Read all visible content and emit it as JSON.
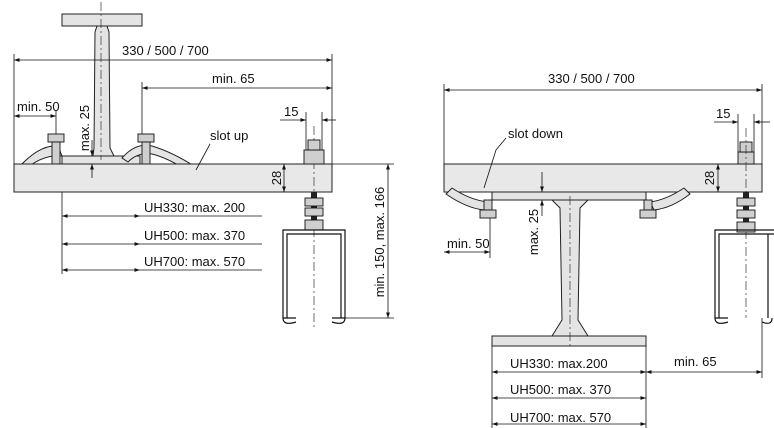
{
  "left_view": {
    "total_width": "330 / 500 / 700",
    "min_65": "min. 65",
    "min_50": "min. 50",
    "max_25": "max. 25",
    "dim_15": "15",
    "slot_label": "slot up",
    "dim_28": "28",
    "height_range": "min. 150, max. 166",
    "uh330": "UH330: max. 200",
    "uh500": "UH500: max. 370",
    "uh700": "UH700: max. 570"
  },
  "right_view": {
    "total_width": "330 / 500 / 700",
    "dim_15": "15",
    "slot_label": "slot down",
    "dim_28": "28",
    "max_25": "max. 25",
    "min_50": "min. 50",
    "uh330": "UH330: max.200",
    "uh500": "UH500: max. 370",
    "uh700": "UH700: max. 570",
    "min_65": "min. 65"
  }
}
